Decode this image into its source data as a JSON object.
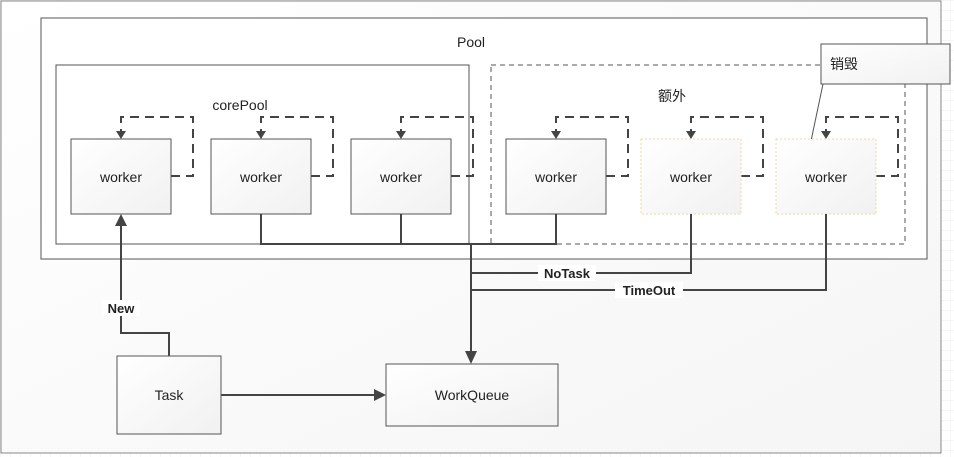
{
  "diagram": {
    "pool_label": "Pool",
    "core_pool_label": "corePool",
    "extra_label": "额外",
    "destroy_label": "销毁",
    "workers": [
      "worker",
      "worker",
      "worker",
      "worker",
      "worker",
      "worker"
    ],
    "task_label": "Task",
    "queue_label": "WorkQueue",
    "edge_new": "New",
    "edge_notask": "NoTask",
    "edge_timeout": "TimeOut"
  },
  "colors": {
    "line": "#444444",
    "box_border": "#555555",
    "extra_worker_border": "#f0d9a0",
    "grid": "#e8e8e8",
    "fill": "#ffffff"
  }
}
